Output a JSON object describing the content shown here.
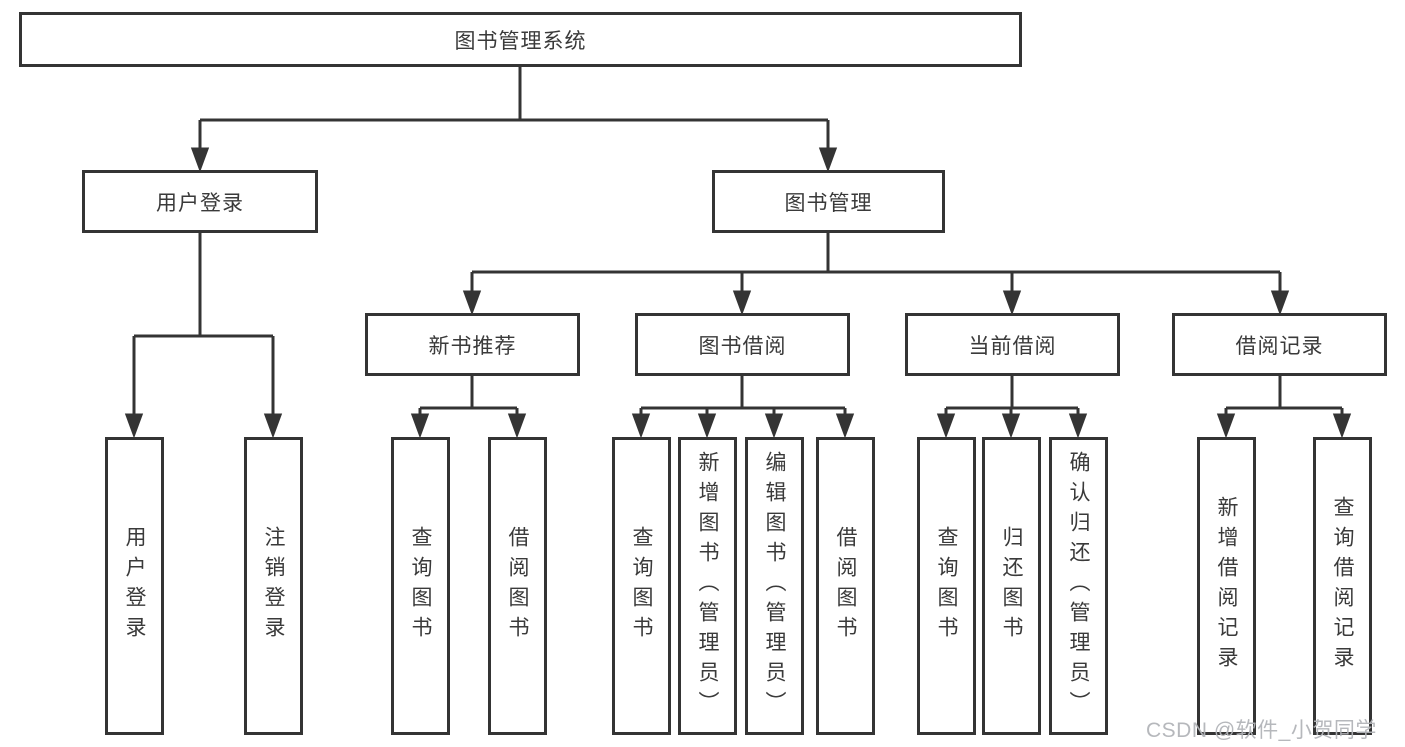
{
  "colors": {
    "line": "#343434",
    "box_border": "#343434",
    "text": "#3a3a3a",
    "background": "#ffffff",
    "watermark": "#b2b4b8"
  },
  "nodes": {
    "root": "图书管理系统",
    "user_login": "用户登录",
    "book_mgmt": "图书管理",
    "new_book_rec": "新书推荐",
    "book_borrow": "图书借阅",
    "current_borrow": "当前借阅",
    "borrow_records": "借阅记录",
    "ul_login": "用户登录",
    "ul_logout": "注销登录",
    "nbr_query": "查询图书",
    "nbr_borrow": "借阅图书",
    "bb_query": "查询图书",
    "bb_add": "新增图书（管理员）",
    "bb_edit": "编辑图书（管理员）",
    "bb_borrow": "借阅图书",
    "cb_query": "查询图书",
    "cb_return": "归还图书",
    "cb_confirm": "确认归还（管理员）",
    "br_add": "新增借阅记录",
    "br_query": "查询借阅记录"
  },
  "watermark": "CSDN @软件_小贺同学"
}
